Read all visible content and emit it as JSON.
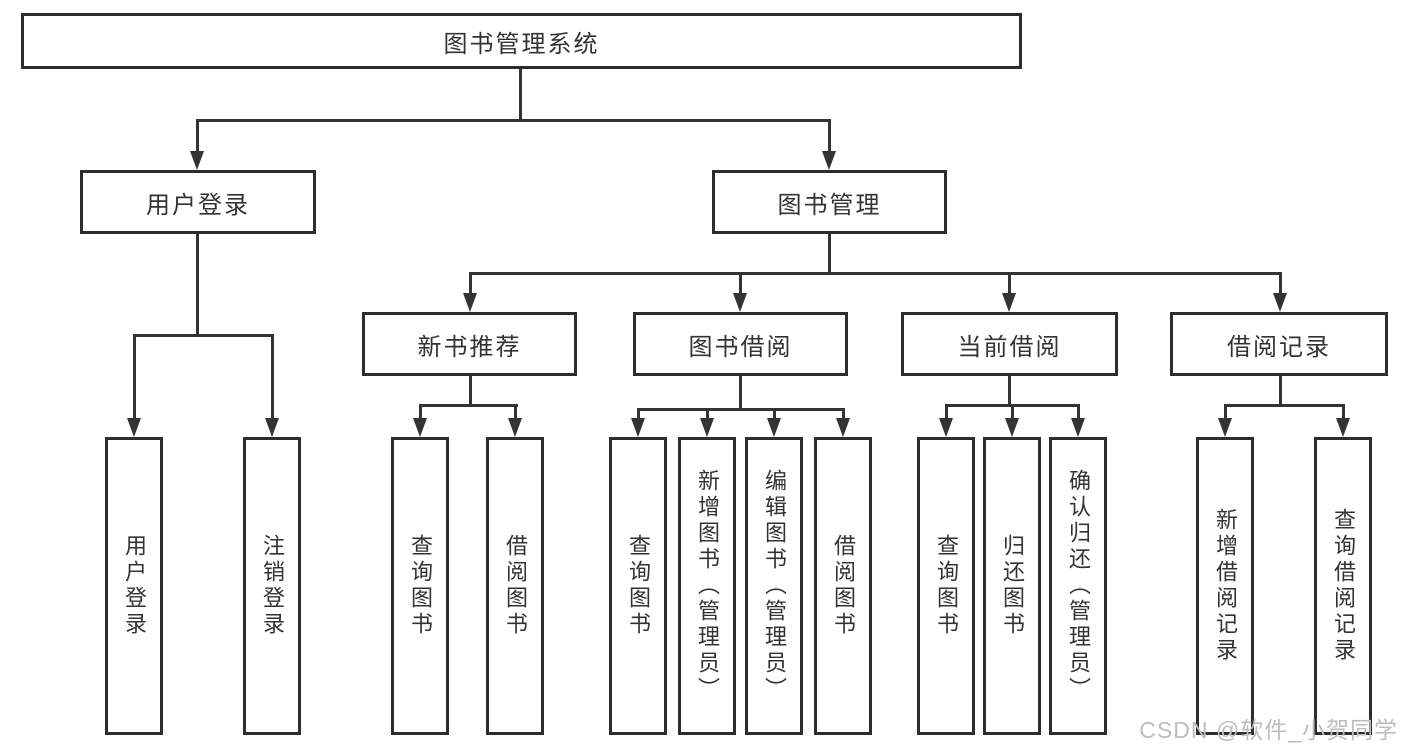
{
  "diagram": {
    "title": "图书管理系统",
    "nodes": {
      "root": "图书管理系统",
      "user_login": "用户登录",
      "book_mgmt": "图书管理",
      "new_rec": "新书推荐",
      "book_borrow": "图书借阅",
      "current_borrow": "当前借阅",
      "borrow_records": "借阅记录",
      "leaves": {
        "login": [
          "用户登录",
          "注销登录"
        ],
        "new_rec": [
          "查询图书",
          "借阅图书"
        ],
        "book_borrow": [
          "查询图书",
          "新增图书（管理员）",
          "编辑图书（管理员）",
          "借阅图书"
        ],
        "current_borrow": [
          "查询图书",
          "归还图书",
          "确认归还（管理员）"
        ],
        "records": [
          "新增借阅记录",
          "查询借阅记录"
        ]
      }
    },
    "colors": {
      "line": "#333333",
      "box_border": "#2d2d2d",
      "text": "#333333",
      "watermark": "#bdbdbd",
      "background": "#ffffff"
    }
  },
  "watermark": {
    "text": "CSDN @软件_小贺同学"
  }
}
